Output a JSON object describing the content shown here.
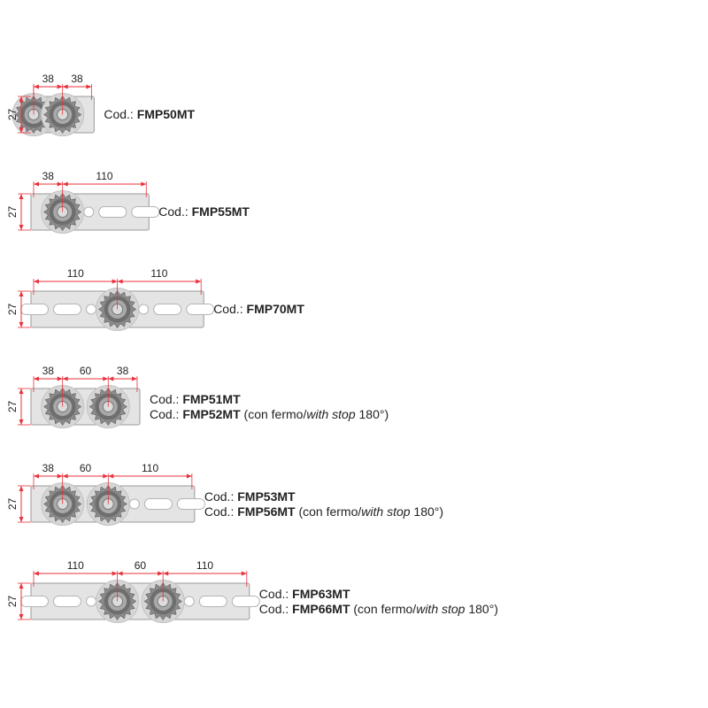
{
  "colors": {
    "plate": "#e4e4e4",
    "dimension": "#e8323c",
    "text": "#222222"
  },
  "height_label": "27",
  "items": [
    {
      "segments": [
        {
          "start": "gear",
          "label": "38"
        },
        {
          "start": "gear",
          "label": "38"
        }
      ],
      "codes": [
        {
          "prefix": "Cod.: ",
          "code": "FMP50MT"
        }
      ]
    },
    {
      "segments": [
        {
          "start": "edge",
          "label": "38"
        },
        {
          "start": "gear",
          "label": "110"
        }
      ],
      "codes": [
        {
          "prefix": "Cod.: ",
          "code": "FMP55MT"
        }
      ]
    },
    {
      "segments": [
        {
          "start": "edge",
          "label": "110"
        },
        {
          "start": "gear",
          "label": "110"
        }
      ],
      "codes": [
        {
          "prefix": "Cod.: ",
          "code": "FMP70MT"
        }
      ]
    },
    {
      "segments": [
        {
          "start": "edge",
          "label": "38"
        },
        {
          "start": "gear",
          "label": "60"
        },
        {
          "start": "gear",
          "label": "38"
        }
      ],
      "codes": [
        {
          "prefix": "Cod.: ",
          "code": "FMP51MT"
        },
        {
          "prefix": "Cod.: ",
          "code": "FMP52MT",
          "note_a": " (con fermo/",
          "note_italic": "with stop",
          "note_b": " 180°)"
        }
      ]
    },
    {
      "segments": [
        {
          "start": "edge",
          "label": "38"
        },
        {
          "start": "gear",
          "label": "60"
        },
        {
          "start": "gear",
          "label": "110"
        }
      ],
      "codes": [
        {
          "prefix": "Cod.: ",
          "code": "FMP53MT"
        },
        {
          "prefix": "Cod.: ",
          "code": "FMP56MT",
          "note_a": " (con fermo/",
          "note_italic": "with stop",
          "note_b": " 180°)"
        }
      ]
    },
    {
      "segments": [
        {
          "start": "edge",
          "label": "110"
        },
        {
          "start": "gear",
          "label": "60"
        },
        {
          "start": "gear",
          "label": "110"
        }
      ],
      "codes": [
        {
          "prefix": "Cod.: ",
          "code": "FMP63MT"
        },
        {
          "prefix": "Cod.: ",
          "code": "FMP66MT",
          "note_a": " (con fermo/",
          "note_italic": "with stop",
          "note_b": " 180°)"
        }
      ]
    }
  ]
}
